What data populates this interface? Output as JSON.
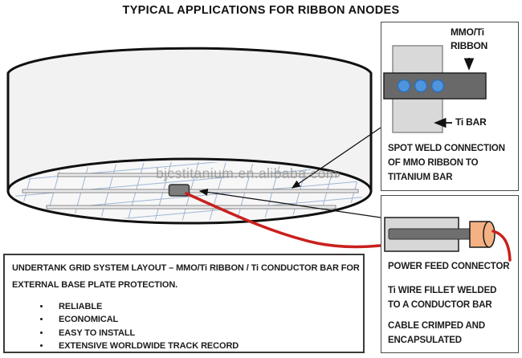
{
  "title": "TYPICAL APPLICATIONS FOR RIBBON ANODES",
  "watermark": "bjcstitanium.en.alibaba.com",
  "spot_weld_box": {
    "ribbon_label_line1": "MMO/Ti",
    "ribbon_label_line2": "RIBBON",
    "bar_label": "Ti BAR",
    "caption": "SPOT WELD CONNECTION OF MMO RIBBON TO TITANIUM BAR"
  },
  "power_feed_box": {
    "caption": "POWER FEED CONNECTOR",
    "note1": "Ti WIRE FILLET WELDED TO A CONDUCTOR BAR",
    "note2": "CABLE CRIMPED AND ENCAPSULATED"
  },
  "layout_box": {
    "heading": "UNDERTANK GRID SYSTEM LAYOUT – MMO/Ti RIBBON / Ti CONDUCTOR BAR FOR EXTERNAL BASE PLATE PROTECTION.",
    "bullets": [
      "RELIABLE",
      "ECONOMICAL",
      "EASY TO INSTALL",
      "EXTENSIVE WORLDWIDE TRACK RECORD"
    ]
  },
  "colors": {
    "ink": "#1c1c1c",
    "tank-fill": "#f2f2f2",
    "grid-blue": "#9fb6d4",
    "bar-gray": "#696969",
    "light-gray": "#d9d9d9",
    "weld-blue": "#4e95de",
    "connector-orange": "#f4b183",
    "cable-red": "#c9201d"
  }
}
